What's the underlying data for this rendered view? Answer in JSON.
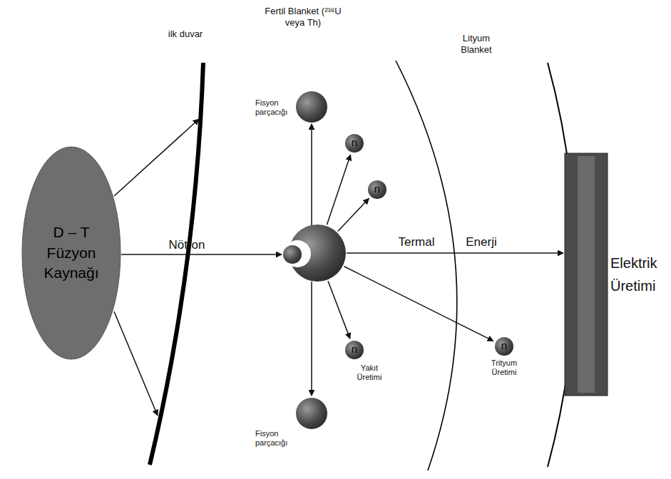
{
  "diagram": {
    "nodes": [
      {
        "text": [
          "D – T Füzyon Kaynağı"
        ]
      },
      {
        "text": [
          "Fisyon parçacığı"
        ]
      },
      {
        "text": [
          "n"
        ]
      },
      {
        "text": [
          "n"
        ]
      },
      {
        "text": [
          "n"
        ]
      },
      {
        "text": [
          "Fisyon parçacığı"
        ]
      },
      {
        "text": [
          "n"
        ]
      },
      {
        "text": [
          "Elektrik Üretimi"
        ]
      }
    ],
    "labels": [
      "ilk duvar",
      "Fertil Blanket (²³⁸U veya Th)",
      "Lityum Blanket",
      "Nötron",
      "Termal",
      "Enerji",
      "Yakıt Üretimi",
      "Trityum Üretimi"
    ]
  }
}
